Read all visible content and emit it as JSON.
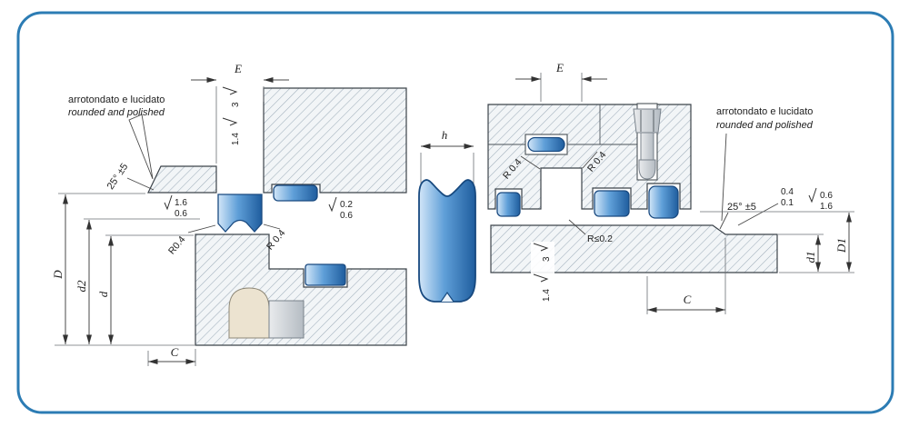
{
  "frame": {
    "border_color": "#2c7cb4"
  },
  "left": {
    "note1": "arrotondato e lucidato",
    "note2": "rounded and polished",
    "angle": "25° ±5",
    "r1": "R0.4",
    "r2": "R 0.4",
    "fin_left_top": "1.6",
    "fin_left_bot": "0.6",
    "fin_bore_top": "0.2",
    "fin_bore_bot": "0.6",
    "fin_gap_a": "3",
    "fin_gap_b": "1.4",
    "E": "E",
    "C": "C",
    "D": "D",
    "d2": "d2",
    "d": "d"
  },
  "profile": {
    "h": "h"
  },
  "right": {
    "note1": "arrotondato e lucidato",
    "note2": "rounded and polished",
    "angle": "25° ±5",
    "r1": "R 0.4",
    "r2": "R 0.4",
    "rmax": "R≤0.2",
    "fin_gap_a": "3",
    "fin_gap_b": "1.4",
    "cham_top": "0.4",
    "cham_bot": "0.1",
    "fin_right_top": "0.6",
    "fin_right_bot": "1.6",
    "E": "E",
    "C": "C",
    "d1": "d1",
    "D1": "D1"
  }
}
